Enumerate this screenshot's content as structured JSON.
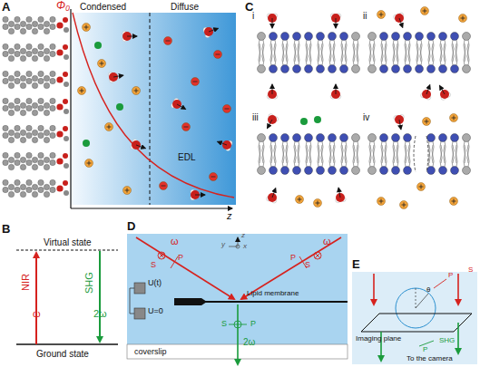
{
  "diagram": {
    "labels": [
      "A",
      "Φ₀",
      "Condensed",
      "EDL",
      "Diffuse",
      "z",
      "B",
      "Virtual state",
      "NIR",
      "ω",
      "SHG",
      "2ω",
      "Ground state",
      "C",
      "i",
      "ii",
      "iii",
      "iv",
      "D",
      "ω",
      "ω",
      "S",
      "P",
      "S",
      "P",
      "z",
      "y",
      "x",
      "U(t)",
      "U=0",
      "Lipid membrane",
      "S",
      "P",
      "2ω",
      "coverslip",
      "E",
      "P",
      "S",
      "θ",
      "Imaging plane",
      "P",
      "SHG",
      "To the camera"
    ]
  }
}
